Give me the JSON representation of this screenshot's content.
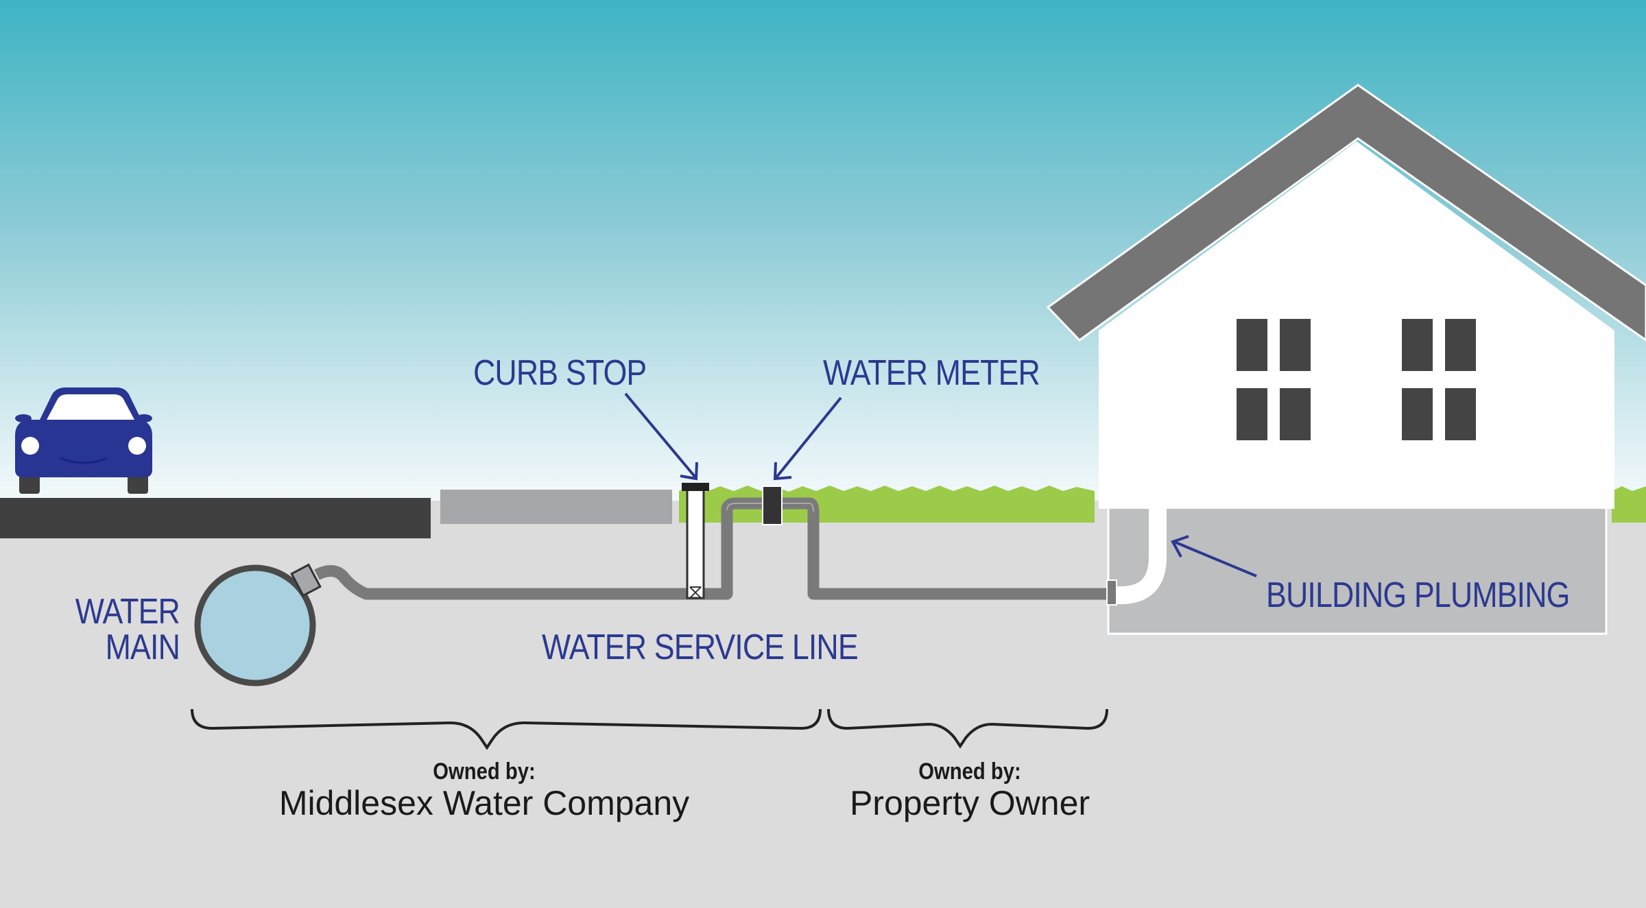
{
  "labels": {
    "curb_stop": "CURB STOP",
    "water_meter": "WATER METER",
    "water_main_line1": "WATER",
    "water_main_line2": "MAIN",
    "water_service_line": "WATER SERVICE LINE",
    "building_plumbing": "BUILDING PLUMBING"
  },
  "ownership": [
    {
      "caption": "Owned by:",
      "owner": "Middlesex Water Company"
    },
    {
      "caption": "Owned by:",
      "owner": "Property Owner"
    }
  ],
  "colors": {
    "sky_top": "#3fb4c4",
    "sky_bottom": "#f4f9fb",
    "ground": "#dcdcdc",
    "grass": "#9ccb4a",
    "road": "#404040",
    "sidewalk": "#a5a7aa",
    "pipe": "#7a7a7a",
    "water": "#a9d1e0",
    "car": "#283593",
    "label_blue": "#2b3990",
    "roof": "#757575",
    "house": "#ffffff",
    "windows": "#444444"
  }
}
